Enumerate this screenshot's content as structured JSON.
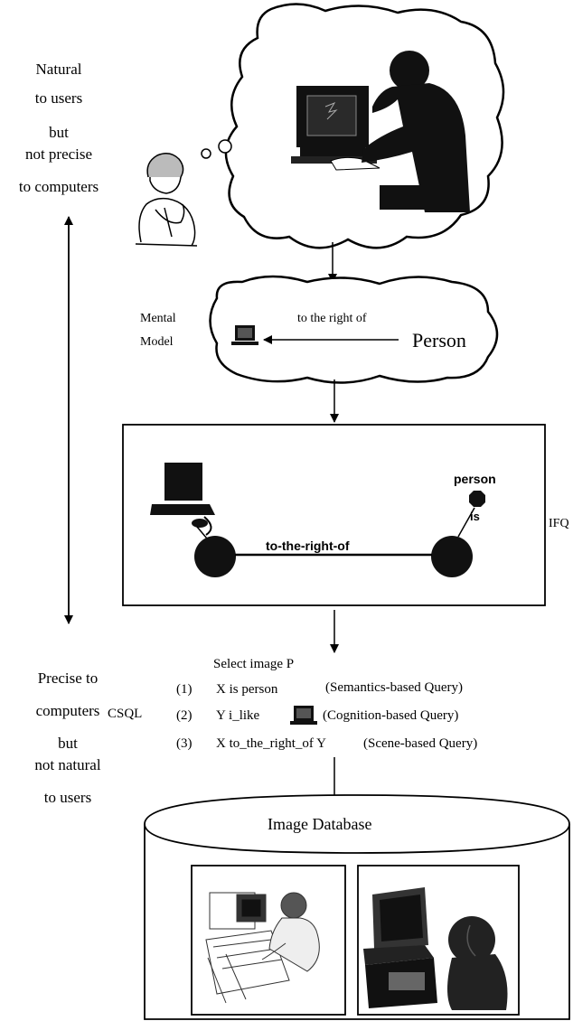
{
  "left_top_label": [
    "Natural",
    "to users",
    "but",
    "not precise",
    "to computers"
  ],
  "left_bottom_label": [
    "Precise to",
    "computers",
    "but",
    "not natural",
    "to users"
  ],
  "mental_model": {
    "label_line1": "Mental",
    "label_line2": "Model",
    "relation": "to the right of",
    "object": "Person"
  },
  "ifq": {
    "label": "IFQ",
    "edge_label": "to-the-right-of",
    "node_label": "person",
    "attr_label": "is"
  },
  "csql": {
    "label": "CSQL",
    "select": "Select image P",
    "lines": [
      {
        "num": "(1)",
        "query": "X is person",
        "kind": "(Semantics-based Query)"
      },
      {
        "num": "(2)",
        "query": "Y i_like",
        "kind": "(Cognition-based Query)"
      },
      {
        "num": "(3)",
        "query": "X to_the_right_of Y",
        "kind": "(Scene-based Query)"
      }
    ]
  },
  "database": {
    "title": "Image Database"
  }
}
